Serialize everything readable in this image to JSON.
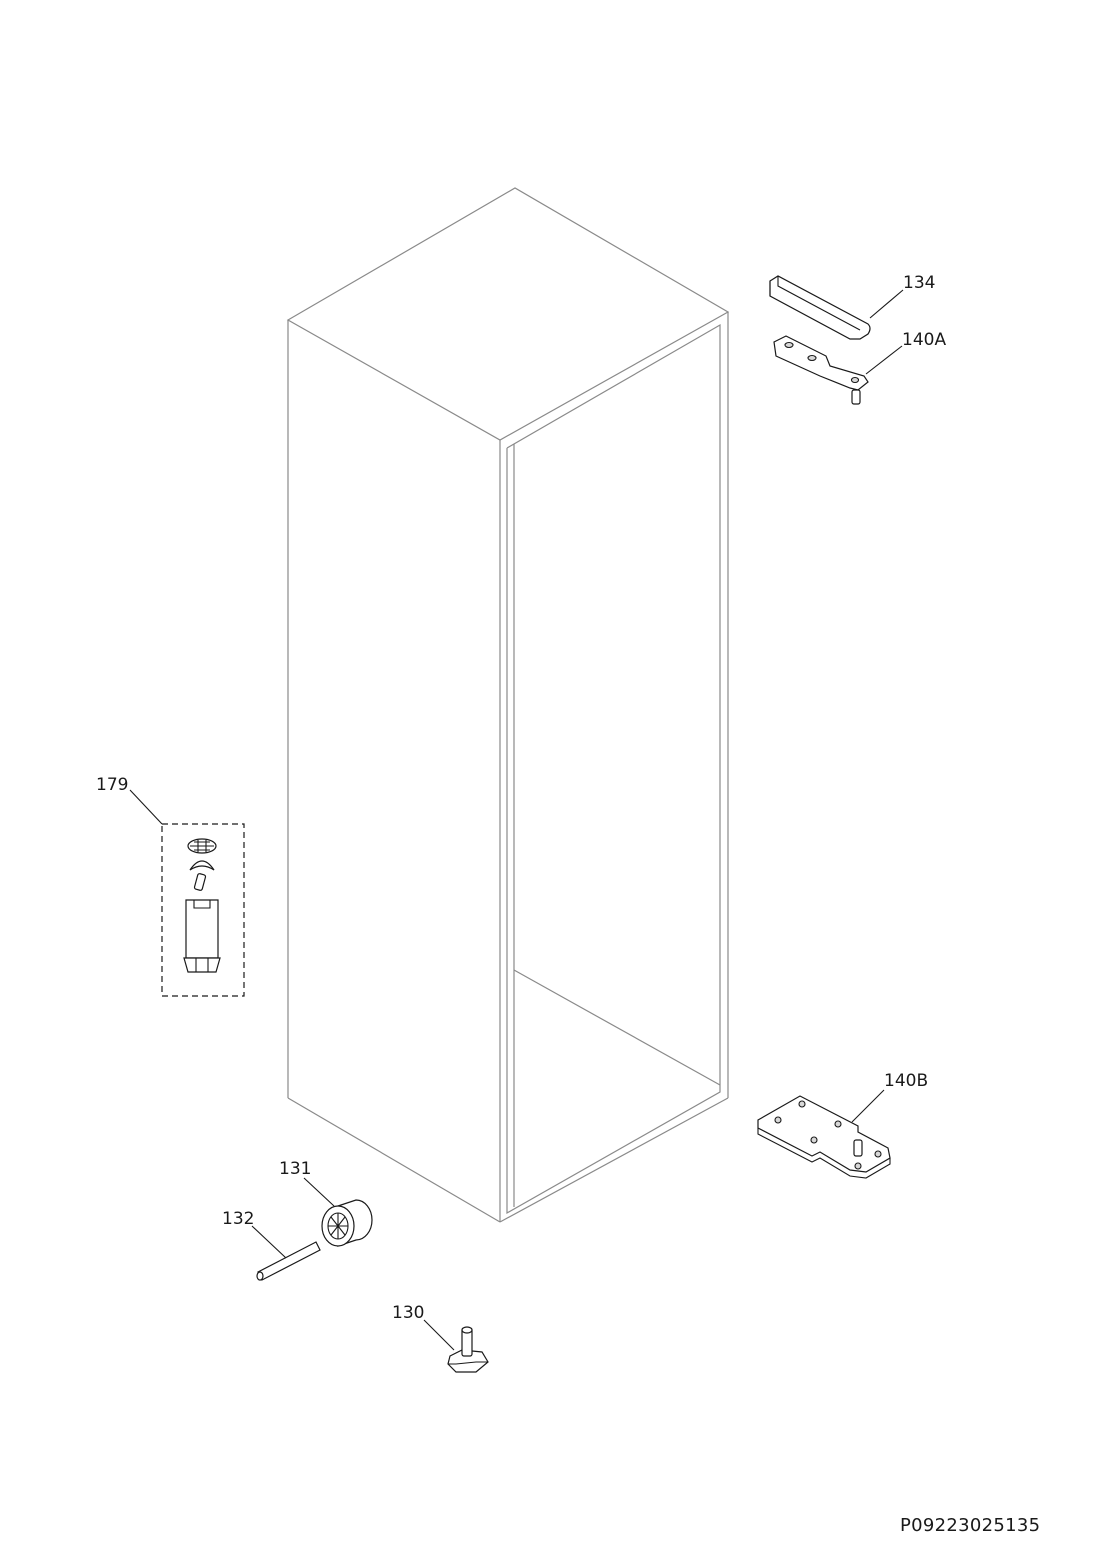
{
  "parts": [
    {
      "id": "134",
      "label": "134",
      "icon": "door-cover-cap-icon"
    },
    {
      "id": "140A",
      "label": "140A",
      "icon": "upper-hinge-icon"
    },
    {
      "id": "179",
      "label": "179",
      "icon": "filter-kit-icon"
    },
    {
      "id": "140B",
      "label": "140B",
      "icon": "lower-hinge-icon"
    },
    {
      "id": "131",
      "label": "131",
      "icon": "wheel-icon"
    },
    {
      "id": "132",
      "label": "132",
      "icon": "axle-pin-icon"
    },
    {
      "id": "130",
      "label": "130",
      "icon": "adjustable-foot-icon"
    }
  ],
  "document_code": "P09223025135"
}
